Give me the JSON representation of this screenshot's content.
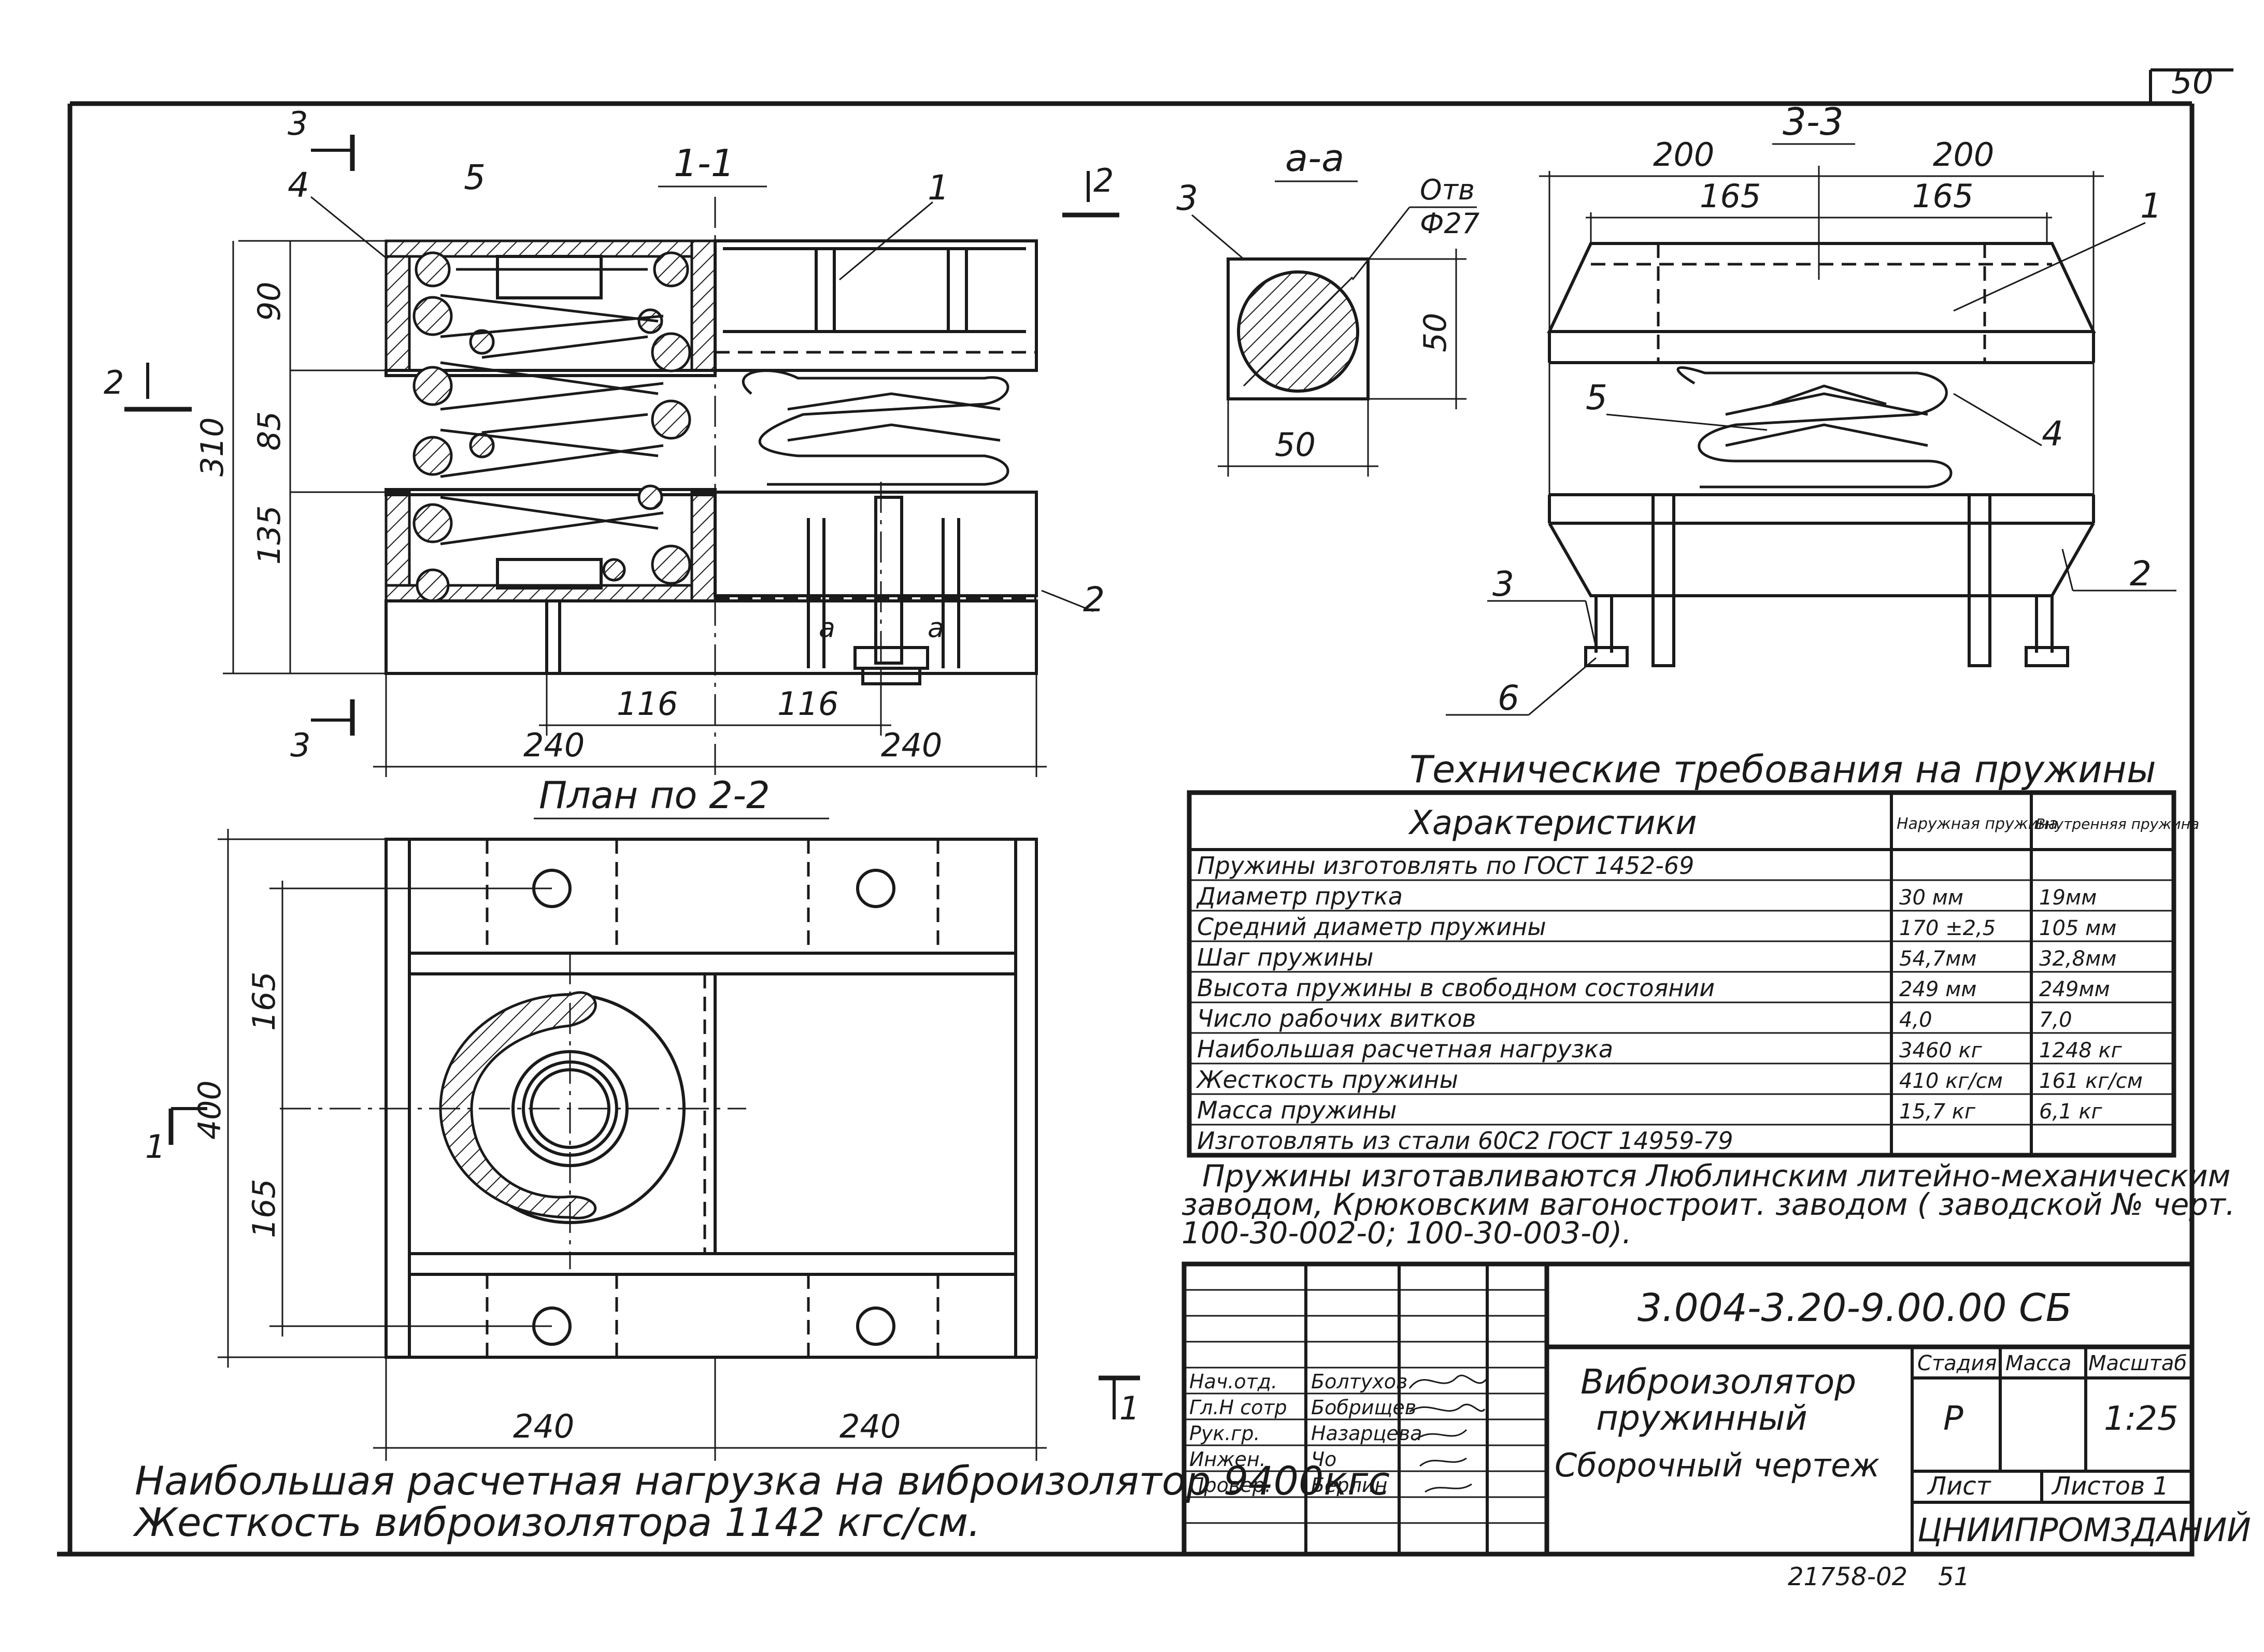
{
  "sheet_number": "50",
  "drawing_code": "3.004-3.20-9.00.00 СБ",
  "bottom_stamp": {
    "archive": "21758-02",
    "page": "51"
  },
  "views": {
    "section_1_1": {
      "title": "1-1",
      "cut_marks": [
        "3",
        "3",
        "2",
        "2",
        "1",
        "1"
      ],
      "leaders": [
        "4",
        "5",
        "1",
        "2"
      ],
      "dims_vertical": [
        "90",
        "85",
        "135",
        "310"
      ],
      "dims_horizontal": [
        "116",
        "116",
        "240",
        "240"
      ],
      "detail_marks": [
        "a",
        "a"
      ]
    },
    "section_a_a": {
      "title": "a-a",
      "hole_note": "Отв",
      "hole_dia": "Ф27",
      "dims": [
        "50",
        "50"
      ],
      "leader": "3"
    },
    "section_3_3": {
      "title": "3-3",
      "dims": [
        "200",
        "200",
        "165",
        "165"
      ],
      "leaders": [
        "1",
        "5",
        "4",
        "3",
        "2",
        "6"
      ]
    },
    "plan_2_2": {
      "title": "План по 2-2",
      "dims_vertical": [
        "165",
        "165",
        "400"
      ],
      "dims_horizontal": [
        "240",
        "240"
      ],
      "cut_marks": [
        "1",
        "1"
      ]
    }
  },
  "tech_req": {
    "title": "Технические требования на пружины",
    "headers": [
      "Характеристики",
      "Наружная пружина",
      "Внутренняя пружина"
    ],
    "rows": [
      [
        "Пружины изготовлять по ГОСТ 1452-69",
        "",
        ""
      ],
      [
        "Диаметр прутка",
        "30 мм",
        "19мм"
      ],
      [
        "Средний диаметр пружины",
        "170 ±2,5",
        "105 мм"
      ],
      [
        "Шаг пружины",
        "54,7мм",
        "32,8мм"
      ],
      [
        "Высота пружины в свободном состоянии",
        "249 мм",
        "249мм"
      ],
      [
        "Число рабочих витков",
        "4,0",
        "7,0"
      ],
      [
        "Наибольшая расчетная нагрузка",
        "3460 кг",
        "1248 кг"
      ],
      [
        "Жесткость пружины",
        "410 кг/см",
        "161 кг/см"
      ],
      [
        "Масса пружины",
        "15,7 кг",
        "6,1 кг"
      ],
      [
        "Изготовлять из стали 60С2 ГОСТ 14959-79",
        "",
        ""
      ]
    ]
  },
  "manufacturer_note": [
    "Пружины изготавливаются Люблинским литейно-механическим",
    "заводом, Крюковским вагоностроит. заводом ( заводской № черт.",
    "100-30-002-0; 100-30-003-0)."
  ],
  "load_note": [
    "Наибольшая расчетная нагрузка на виброизолятор 9400кгс",
    "Жесткость виброизолятора 1142 кгс/см."
  ],
  "title_block": {
    "name_lines": [
      "Виброизолятор",
      "пружинный",
      "Сборочный чертеж"
    ],
    "stage_label": "Стадия",
    "mass_label": "Масса",
    "scale_label": "Масштаб",
    "stage_value": "Р",
    "scale_value": "1:25",
    "sheet_label": "Лист",
    "sheets_label": "Листов 1",
    "organization": "ЦНИИПРОМЗДАНИЙ",
    "roles": [
      {
        "role": "Нач.отд.",
        "name": "Болтухов"
      },
      {
        "role": "Гл.Н сотр",
        "name": "Бобрищев"
      },
      {
        "role": "Рук.гр.",
        "name": "Назарцева"
      },
      {
        "role": "Инжен.",
        "name": "Чо"
      },
      {
        "role": "Провер.",
        "name": "Берлин"
      }
    ]
  }
}
